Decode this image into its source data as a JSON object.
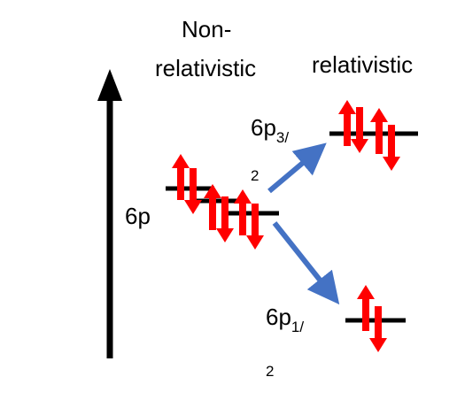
{
  "labels": {
    "nonrel_line1": "Non-",
    "nonrel_line2": "relativistic",
    "relativistic": "relativistic",
    "p6": "6p",
    "p32_main": "6p",
    "p32_sub": "3/",
    "p32_tail": "2",
    "p12_main": "6p",
    "p12_sub": "1/",
    "p12_tail": "2"
  },
  "colors": {
    "arrow_electron": "#ff0000",
    "level": "#000000",
    "split_arrow": "#4472c4",
    "energy_axis": "#000000"
  },
  "levels": {
    "nonrelativistic_6p": {
      "orbitals": 3,
      "electrons": 6
    },
    "relativistic_6p3_2": {
      "orbitals": 2,
      "electrons": 4
    },
    "relativistic_6p1_2": {
      "orbitals": 1,
      "electrons": 2
    }
  }
}
